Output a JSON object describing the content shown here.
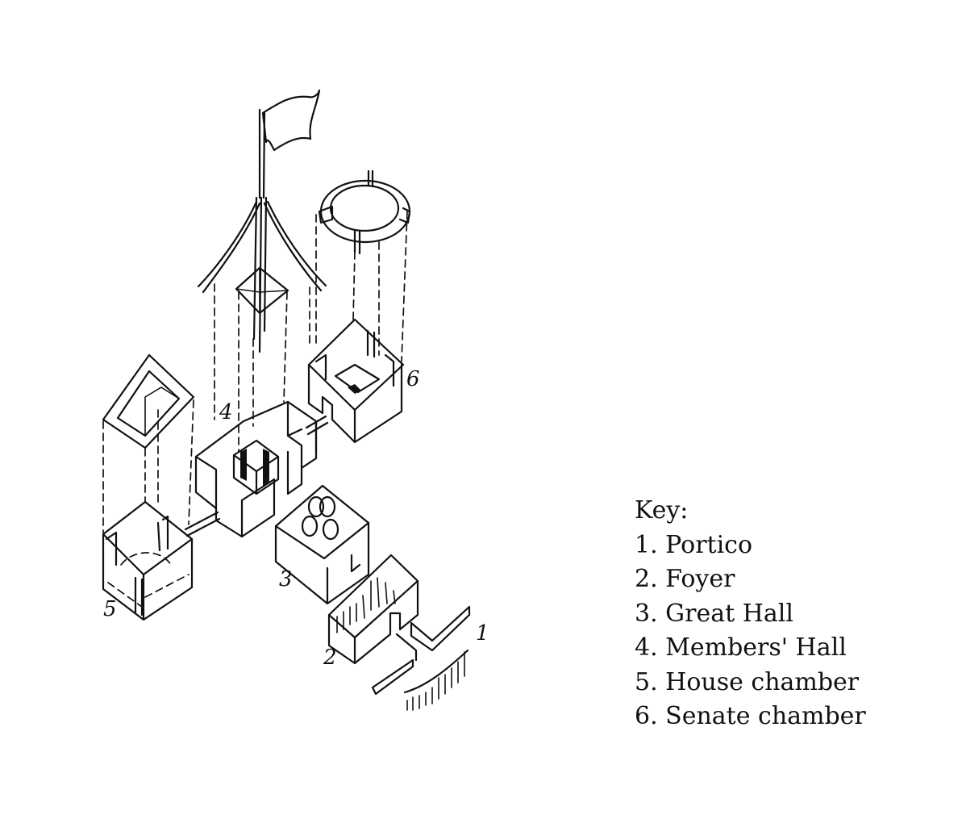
{
  "diagram": {
    "numbers": {
      "portico": "1",
      "foyer": "2",
      "great_hall": "3",
      "members_hall": "4",
      "house_chamber": "5",
      "senate_chamber": "6"
    }
  },
  "key": {
    "title": "Key:",
    "items": [
      "1. Portico",
      "2. Foyer",
      "3. Great Hall",
      "4. Members' Hall",
      "5. House chamber",
      "6. Senate chamber"
    ]
  }
}
